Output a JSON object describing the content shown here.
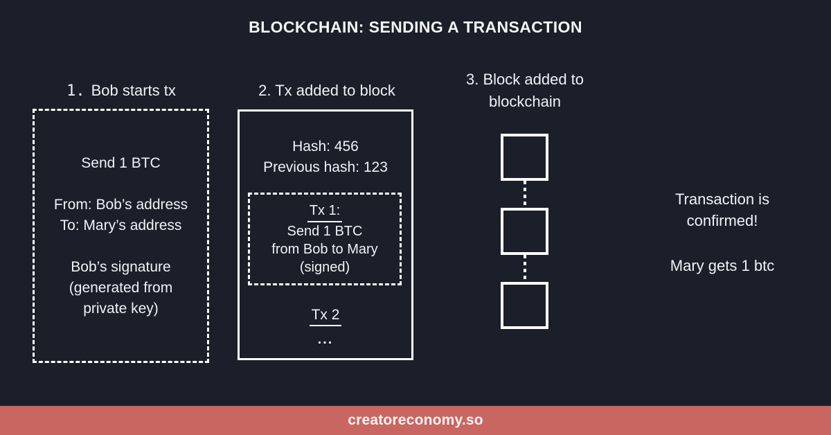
{
  "colors": {
    "background": "#1a1f2a",
    "footer_bg": "#c96662",
    "text": "#eff2f6",
    "border": "#ffffff"
  },
  "title": "BLOCKCHAIN: SENDING A TRANSACTION",
  "steps": [
    {
      "number": "1.",
      "label": "Bob starts tx"
    },
    {
      "number": "2.",
      "label": "Tx added to block"
    },
    {
      "number": "3.",
      "label_lines": [
        "Block added to",
        "blockchain"
      ]
    }
  ],
  "tx_box": {
    "amount": "Send 1 BTC",
    "from": "From: Bob’s address",
    "to": "To: Mary’s address",
    "signature_lines": [
      "Bob’s signature",
      "(generated from",
      "private key)"
    ]
  },
  "block_box": {
    "hash": "Hash: 456",
    "previous_hash": "Previous hash: 123",
    "tx1": {
      "title": "Tx 1:",
      "lines": [
        "Send 1 BTC",
        "from Bob to Mary",
        "(signed)"
      ]
    },
    "tx2": {
      "title": "Tx 2",
      "more": "..."
    }
  },
  "chain": {
    "block_count": 3
  },
  "result": {
    "confirmed_lines": [
      "Transaction is",
      "confirmed!"
    ],
    "mary": "Mary gets 1 btc"
  },
  "footer": {
    "site": "creatoreconomy.so"
  }
}
